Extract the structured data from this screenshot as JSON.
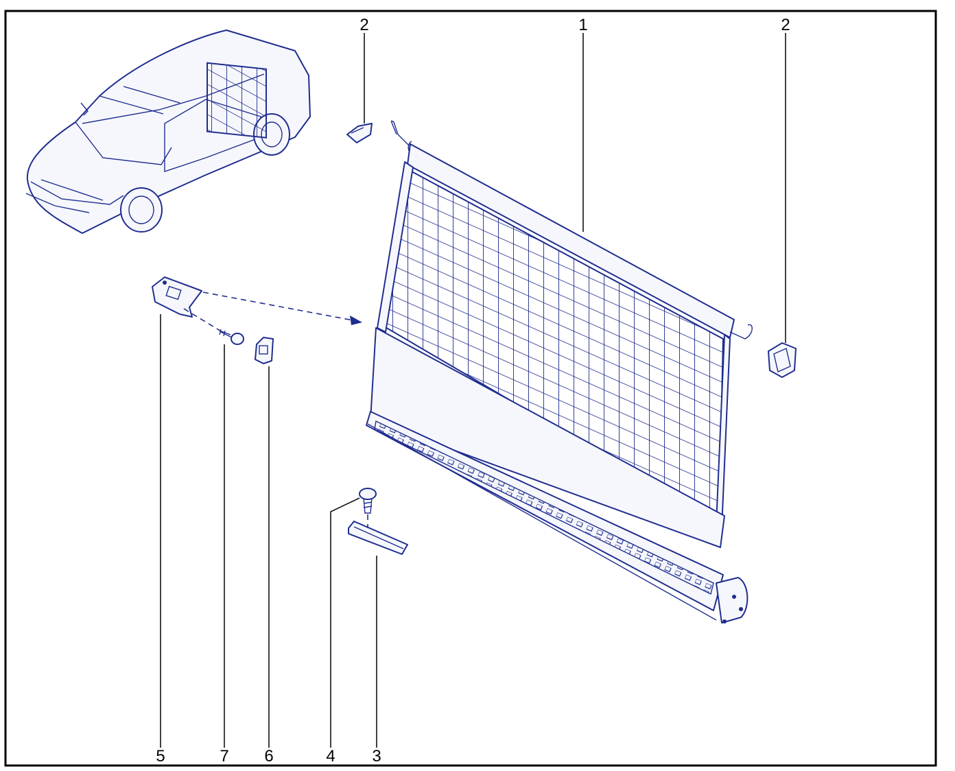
{
  "diagram": {
    "colors": {
      "line": "#1f2d8f",
      "fill": "#f6f7fc",
      "frame": "#000000"
    },
    "callouts": [
      {
        "id": "c2-left",
        "label": "2"
      },
      {
        "id": "c1",
        "label": "1"
      },
      {
        "id": "c2-right",
        "label": "2"
      },
      {
        "id": "c5",
        "label": "5"
      },
      {
        "id": "c7",
        "label": "7"
      },
      {
        "id": "c6",
        "label": "6"
      },
      {
        "id": "c4",
        "label": "4"
      },
      {
        "id": "c3",
        "label": "3"
      }
    ]
  }
}
